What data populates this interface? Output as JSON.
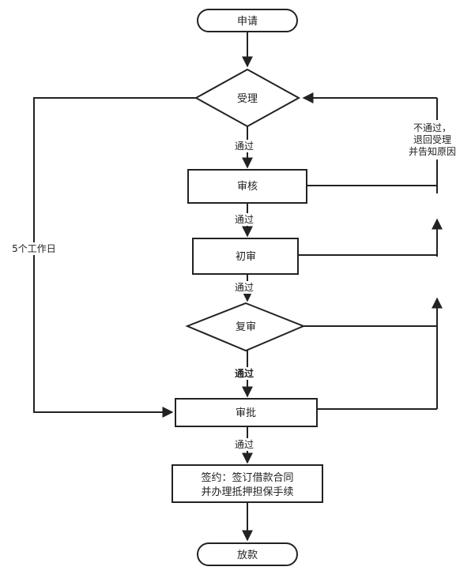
{
  "nodes": {
    "apply": "申请",
    "accept": "受理",
    "review": "审核",
    "initial_review": "初审",
    "re_review": "复审",
    "approve": "审批",
    "sign_line1": "签约：签订借款合同",
    "sign_line2": "并办理抵押担保手续",
    "disburse": "放款"
  },
  "edges": {
    "pass1": "通过",
    "pass2": "通过",
    "pass3": "通过",
    "pass4": "通过",
    "pass5": "通过",
    "five_days": "5个工作日",
    "reject_line1": "不通过，",
    "reject_line2": "退回受理",
    "reject_line3": "并告知原因"
  }
}
